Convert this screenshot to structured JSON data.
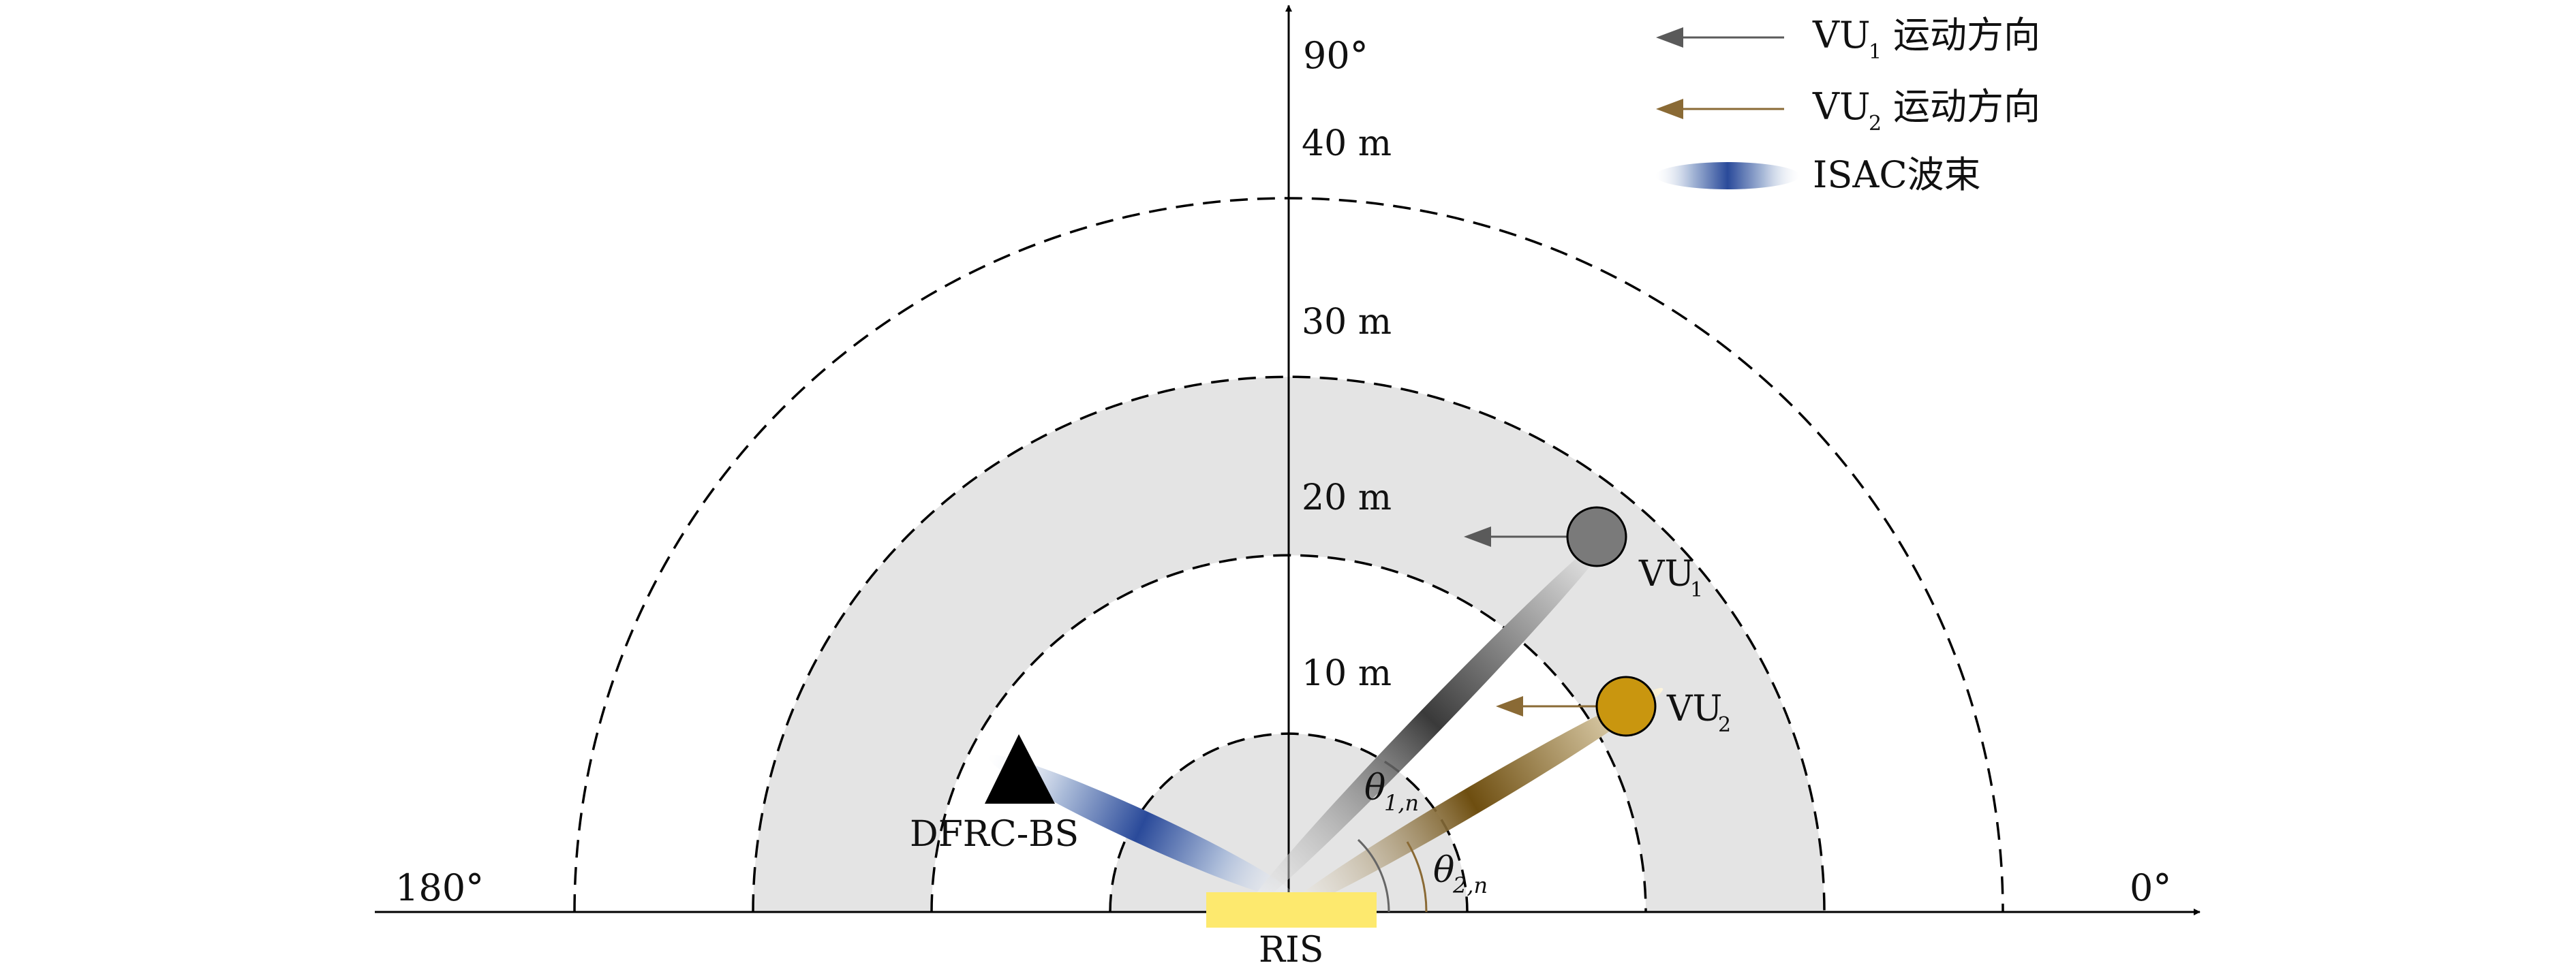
{
  "axes": {
    "angle_top": "90°",
    "angle_left": "180°",
    "angle_right": "0°"
  },
  "rings": [
    {
      "label": "10 m",
      "radius_m": 10
    },
    {
      "label": "20 m",
      "radius_m": 20
    },
    {
      "label": "30 m",
      "radius_m": 30
    },
    {
      "label": "40 m",
      "radius_m": 40
    }
  ],
  "shaded_bands": [
    [
      0,
      10
    ],
    [
      20,
      30
    ]
  ],
  "ris": {
    "label": "RIS",
    "color": "#fde96e"
  },
  "base_station": {
    "label": "DFRC-BS",
    "icon": "triangle-icon"
  },
  "vehicles": [
    {
      "label": "VU",
      "sub": "1",
      "color": "#7a7a7a",
      "angle_label": "θ",
      "angle_sub": "1,n",
      "arrow_color": "#5a5a5a"
    },
    {
      "label": "VU",
      "sub": "2",
      "color": "#c9960f",
      "angle_label": "θ",
      "angle_sub": "2,n",
      "arrow_color": "#8a6a35"
    }
  ],
  "legend": [
    {
      "text": "VU",
      "sub": "1",
      "suffix": "运动方向",
      "color": "#5a5a5a",
      "icon": "arrow-left-icon"
    },
    {
      "text": "VU",
      "sub": "2",
      "suffix": "运动方向",
      "color": "#8a6a35",
      "icon": "arrow-left-icon"
    },
    {
      "text": "ISAC波束",
      "sub": "",
      "suffix": "",
      "color": "#2a4a9a",
      "icon": "beam-icon"
    }
  ],
  "colors": {
    "shade": "#e4e4e4",
    "beam_blue": "#2a4a9a",
    "beam_gray": "#3a3a3a",
    "beam_gold": "#6e4e10"
  }
}
